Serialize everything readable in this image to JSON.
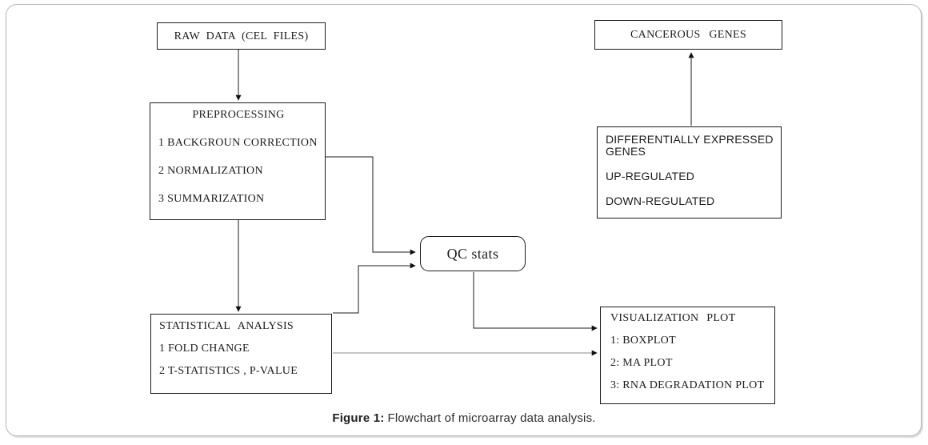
{
  "figure": {
    "caption_label": "Figure 1:",
    "caption_text": "Flowchart of microarray data analysis."
  },
  "flowchart": {
    "raw_data": {
      "title": "RAW DATA (CEL FILES)"
    },
    "preprocessing": {
      "title": "PREPROCESSING",
      "items": [
        "1 BACKGROUN CORRECTION",
        "2 NORMALIZATION",
        "3 SUMMARIZATION"
      ]
    },
    "qc_stats": {
      "title": "QC stats"
    },
    "statistical_analysis": {
      "title": "STATISTICAL ANALYSIS",
      "items": [
        "1 FOLD CHANGE",
        "2 T-STATISTICS , P-VALUE"
      ]
    },
    "visualization_plot": {
      "title": "VISUALIZATION PLOT",
      "items": [
        "1: BOXPLOT",
        "2: MA PLOT",
        "3: RNA DEGRADATION PLOT"
      ]
    },
    "differentially_expressed_genes": {
      "title": "DIFFERENTIALLY EXPRESSED GENES",
      "items": [
        "UP-REGULATED",
        "DOWN-REGULATED"
      ]
    },
    "cancerous_genes": {
      "title": "CANCEROUS GENES"
    }
  },
  "colors": {
    "line": "#1c1c1c",
    "line_soft": "#8e8e8e",
    "box_border": "#1c1c1c",
    "outer_border": "#b6b6b6"
  }
}
